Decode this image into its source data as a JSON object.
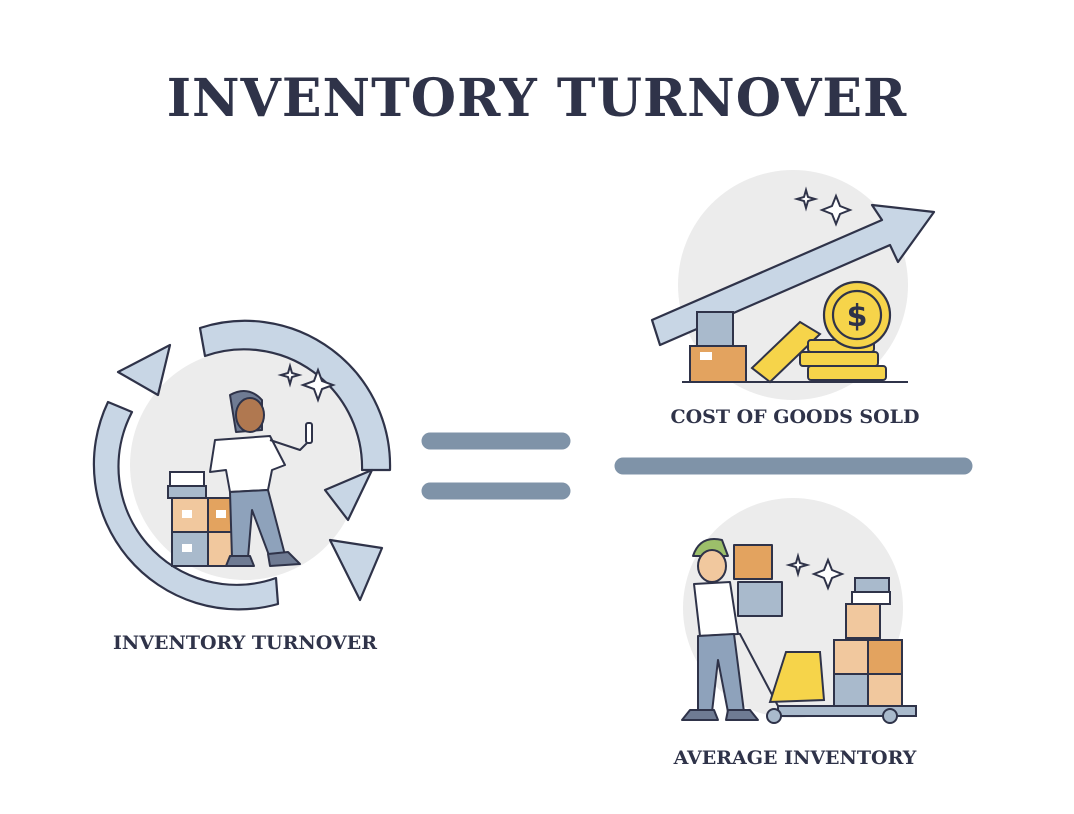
{
  "title": "INVENTORY TURNOVER",
  "formula": {
    "left_label": "INVENTORY TURNOVER",
    "numerator_label": "COST OF GOODS SOLD",
    "denominator_label": "AVERAGE INVENTORY",
    "operator": "equals",
    "relation": "fraction"
  },
  "colors": {
    "ink": "#2f3349",
    "bar": "#7f93a8",
    "circle_bg": "#ececec",
    "box_tan": "#f1c89e",
    "box_orange": "#e3a35f",
    "box_blue": "#a9bacc",
    "gold": "#f6d44a",
    "arrow_blue": "#c8d6e5"
  },
  "icons": [
    "cycle-arrows-icon",
    "growth-arrow-icon",
    "dollar-coin-icon",
    "sparkle-icon"
  ]
}
